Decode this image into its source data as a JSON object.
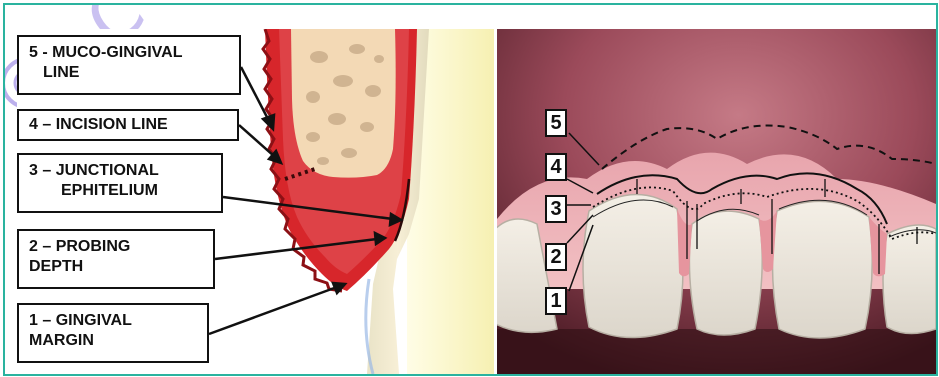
{
  "figure": {
    "left_labels": [
      {
        "id": "5",
        "line1": "5 - MUCO-GINGIVAL",
        "line2": "LINE"
      },
      {
        "id": "4",
        "line1": "4 – INCISION LINE",
        "line2": ""
      },
      {
        "id": "3",
        "line1": "3 – JUNCTIONAL",
        "line2": "EPHITELIUM"
      },
      {
        "id": "2",
        "line1": "2 – PROBING",
        "line2": "DEPTH"
      },
      {
        "id": "1",
        "line1": "1 – GINGIVAL",
        "line2": "MARGIN"
      }
    ],
    "right_numbers": [
      "5",
      "4",
      "3",
      "2",
      "1"
    ]
  },
  "colors": {
    "border": "#2ab39f",
    "gingiva_red": "#d7262b",
    "bone": "#f3d9b5",
    "tooth_bg": "#fbf7c6",
    "watermark": "#6b4fd8"
  },
  "watermark": {
    "text": "C"
  }
}
